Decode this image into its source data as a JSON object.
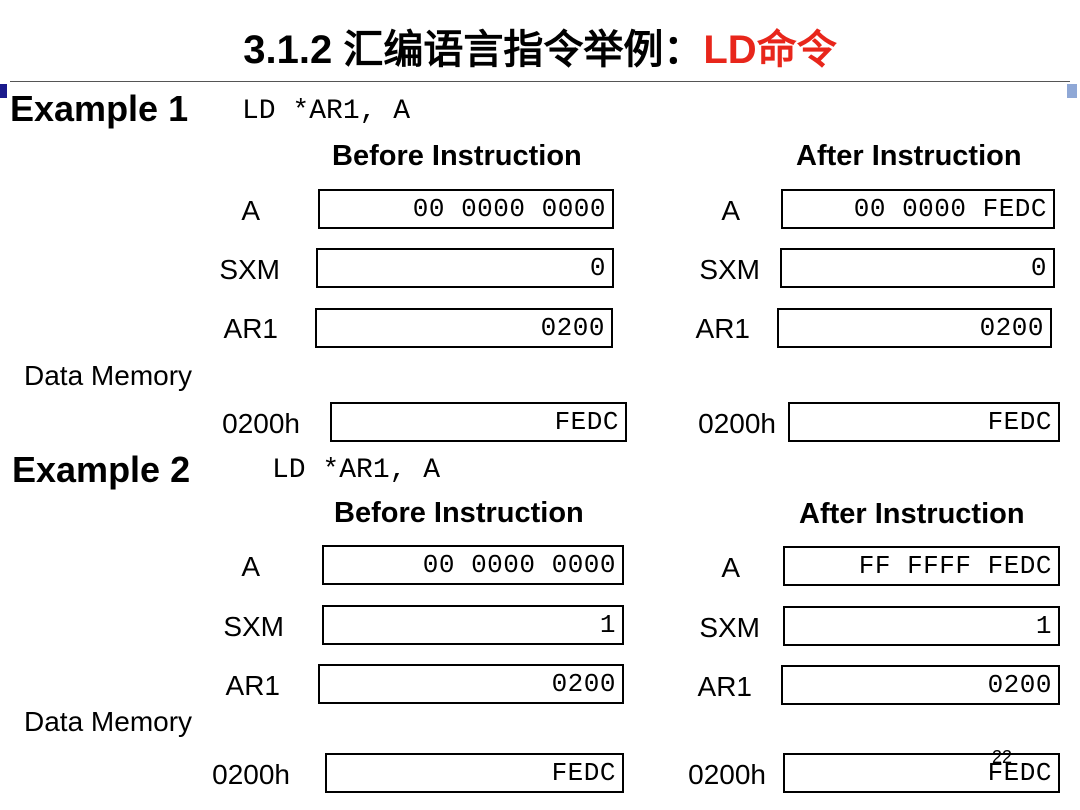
{
  "title": {
    "main": "3.1.2 汇编语言指令举例：",
    "highlight": "LD命令"
  },
  "example1": {
    "heading": "Example 1",
    "code": "LD *AR1, A",
    "before_header": "Before Instruction",
    "after_header": "After Instruction",
    "registers": [
      {
        "label": "A",
        "before": "00 0000 0000",
        "after": "00 0000 FEDC"
      },
      {
        "label": "SXM",
        "before": "0",
        "after": "0"
      },
      {
        "label": "AR1",
        "before": "0200",
        "after": "0200"
      }
    ],
    "data_memory_label": "Data Memory",
    "memory": {
      "address": "0200h",
      "before": "FEDC",
      "after": "FEDC"
    }
  },
  "example2": {
    "heading": "Example 2",
    "code": "LD *AR1, A",
    "before_header": "Before Instruction",
    "after_header": "After Instruction",
    "registers": [
      {
        "label": "A",
        "before": "00 0000 0000",
        "after": "FF FFFF FEDC"
      },
      {
        "label": "SXM",
        "before": "1",
        "after": "1"
      },
      {
        "label": "AR1",
        "before": "0200",
        "after": "0200"
      }
    ],
    "data_memory_label": "Data Memory",
    "memory": {
      "address": "0200h",
      "before": "FEDC",
      "after": "FEDC"
    }
  },
  "page_number": "22",
  "colors": {
    "highlight": "#e8261b",
    "marker_left": "#1a1a8c",
    "marker_right": "#8fa8d6"
  }
}
